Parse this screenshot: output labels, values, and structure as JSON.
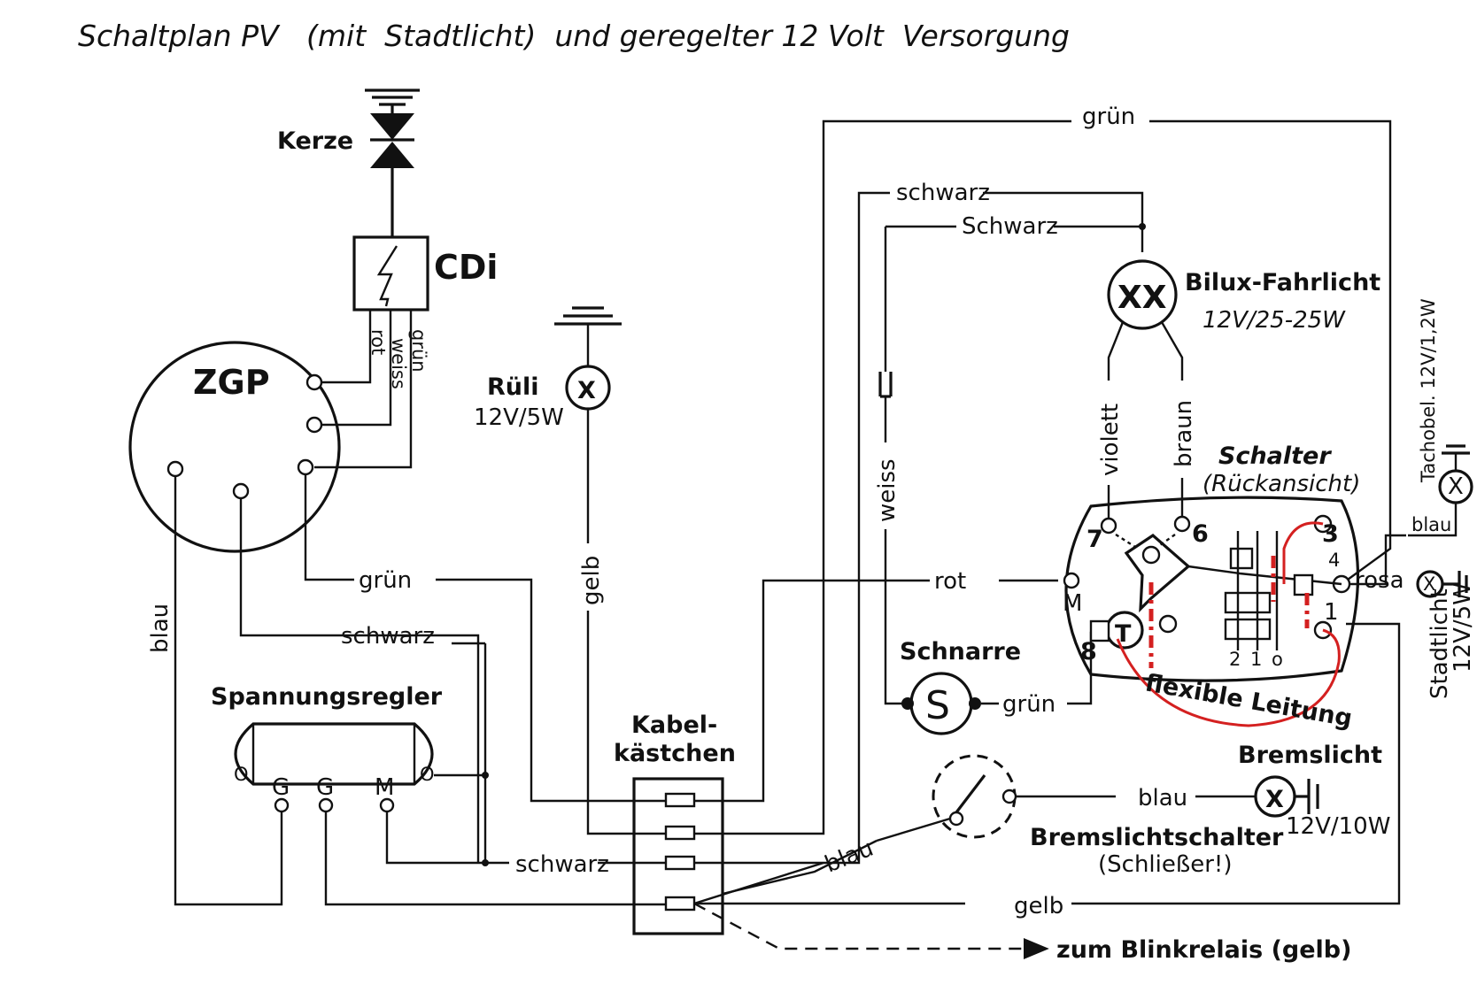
{
  "title": "Schaltplan PV   (mit  Stadtlicht)  und geregelter 12 Volt  Versorgung",
  "components": {
    "kerze": "Kerze",
    "cdi": "CDi",
    "zgp": "ZGP",
    "rueli": "Rüli",
    "rueli_spec": "12V/5W",
    "regler": "Spannungsregler",
    "regler_t0": "O",
    "regler_g1": "G",
    "regler_g2": "G",
    "regler_m": "M",
    "regler_t0r": "O",
    "kabel1": "Kabel-",
    "kabel2": "kästchen",
    "schnarre": "Schnarre",
    "schnarre_symbol": "S",
    "bilux": "Bilux-Fahrlicht",
    "bilux_spec": "12V/25-25W",
    "schalter": "Schalter",
    "schalter_sub": "(Rückansicht)",
    "bremslicht": "Bremslicht",
    "bremslicht_spec": "12V/10W",
    "bremsschalter": "Bremslichtschalter",
    "bremsschalter_sub": "(Schließer!)",
    "tachobel": "Tachobel. 12V/1,2W",
    "stadtlicht": "Stadtlicht",
    "stadtlicht_spec": "12V/5W"
  },
  "cdi_wires": {
    "rot": "rot",
    "weiss": "weiss",
    "gruen": "grün"
  },
  "terminals": {
    "t7": "7",
    "t6": "6",
    "t3": "3",
    "t4": "4",
    "tM": "M",
    "t8": "8",
    "t1": "1",
    "t2": "2",
    "t1b": "1",
    "t0": "o"
  },
  "wires": {
    "gruen_top": "grün",
    "schwarz_top": "schwarz",
    "schwarz_2": "Schwarz",
    "weiss": "weiss",
    "violett": "violett",
    "braun": "braun",
    "gruen_zgp": "grün",
    "schwarz_zgp": "schwarz",
    "blau_left": "blau",
    "gelb_rueli": "gelb",
    "rot": "rot",
    "rosa": "rosa",
    "blau_tacho": "blau",
    "gruen_schnarre": "grün",
    "schwarz_bottom": "schwarz",
    "blau_brake": "blau",
    "blau_stop": "blau",
    "gelb_bottom": "gelb",
    "blinkrelais": "zum Blinkrelais (gelb)",
    "flexible": "flexible Leitung"
  },
  "colors": {
    "ink": "#111111",
    "annotation_red": "#d42020"
  }
}
